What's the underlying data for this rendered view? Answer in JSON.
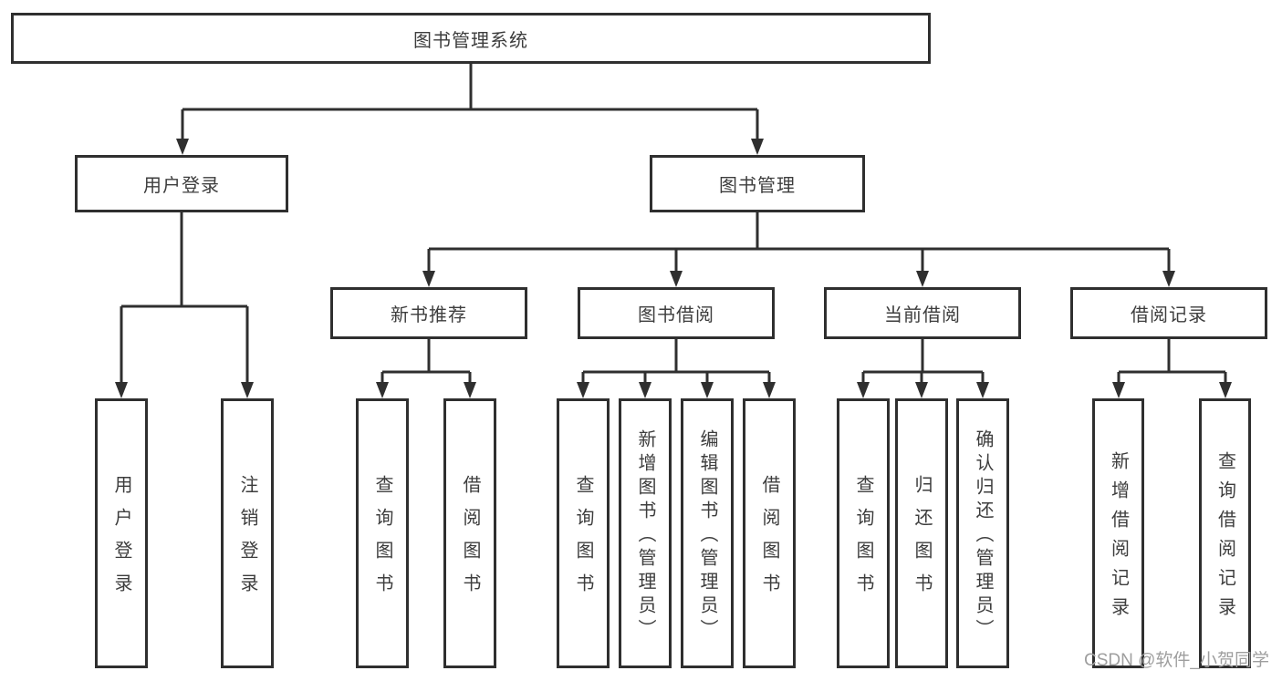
{
  "colors": {
    "line": "#2f2f2f",
    "box_border": "#2f2f2f",
    "box_background": "#ffffff",
    "text": "#3d3d3d",
    "watermark": "#9e9e9e",
    "page_background": "#ffffff"
  },
  "nodes": {
    "root": {
      "label": "图书管理系统"
    },
    "branches": [
      {
        "label": "用户登录",
        "children": [
          {
            "label": "用户登录"
          },
          {
            "label": "注销登录"
          }
        ]
      },
      {
        "label": "图书管理",
        "children": [
          {
            "label": "新书推荐",
            "children": [
              {
                "label": "查询图书"
              },
              {
                "label": "借阅图书"
              }
            ]
          },
          {
            "label": "图书借阅",
            "children": [
              {
                "label": "查询图书"
              },
              {
                "label": "新增图书（管理员）"
              },
              {
                "label": "编辑图书（管理员）"
              },
              {
                "label": "借阅图书"
              }
            ]
          },
          {
            "label": "当前借阅",
            "children": [
              {
                "label": "查询图书"
              },
              {
                "label": "归还图书"
              },
              {
                "label": "确认归还（管理员）"
              }
            ]
          },
          {
            "label": "借阅记录",
            "children": [
              {
                "label": "新增借阅记录"
              },
              {
                "label": "查询借阅记录"
              }
            ]
          }
        ]
      }
    ]
  },
  "watermark": "CSDN @软件_小贺同学"
}
